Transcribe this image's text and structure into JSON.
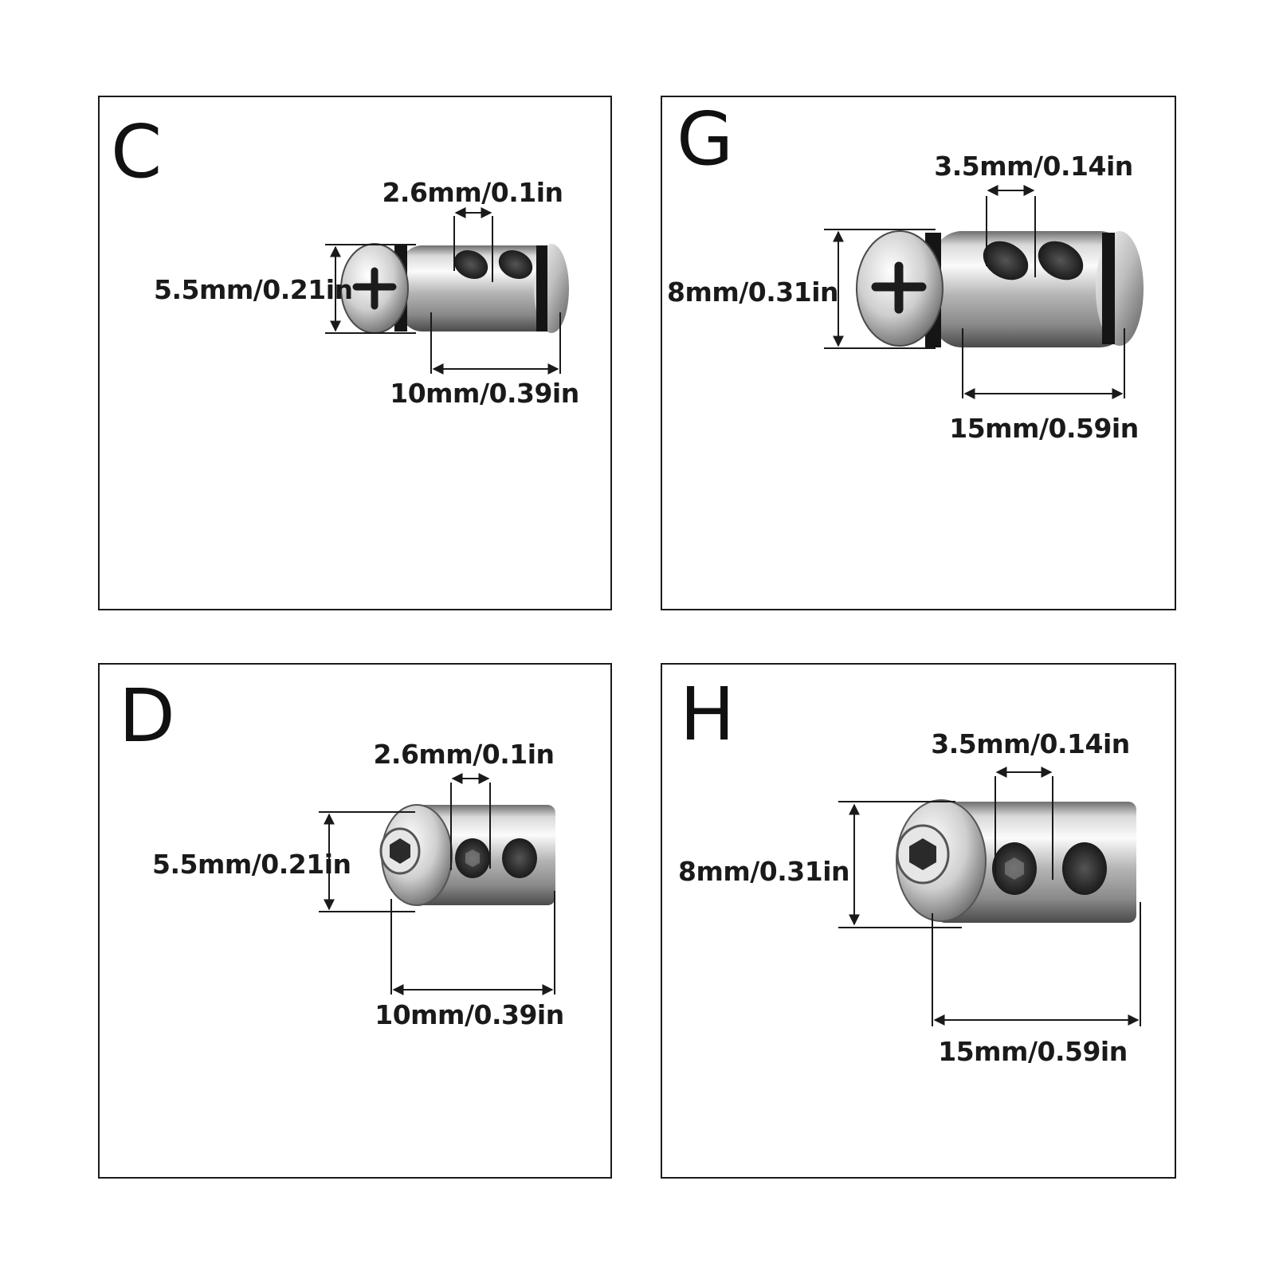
{
  "panels": [
    {
      "id": "C",
      "letter": "C",
      "hole_spacing": "2.6mm/0.1in",
      "diameter": "5.5mm/0.21in",
      "length": "10mm/0.39in",
      "head_type": "phillips-pan-head",
      "style": "grooved"
    },
    {
      "id": "G",
      "letter": "G",
      "hole_spacing": "3.5mm/0.14in",
      "diameter": "8mm/0.31in",
      "length": "15mm/0.59in",
      "head_type": "phillips-pan-head",
      "style": "grooved"
    },
    {
      "id": "D",
      "letter": "D",
      "hole_spacing": "2.6mm/0.1in",
      "diameter": "5.5mm/0.21in",
      "length": "10mm/0.39in",
      "head_type": "hex-socket-set-screw",
      "style": "plain"
    },
    {
      "id": "H",
      "letter": "H",
      "hole_spacing": "3.5mm/0.14in",
      "diameter": "8mm/0.31in",
      "length": "15mm/0.59in",
      "head_type": "hex-socket-set-screw",
      "style": "plain"
    }
  ],
  "colors": {
    "border": "#1a1a1a",
    "text": "#1a1a1a",
    "metal_light": "#f2f2f2",
    "metal_mid": "#b8b8b8",
    "metal_dark": "#5a5a5a",
    "hole": "#202020"
  }
}
